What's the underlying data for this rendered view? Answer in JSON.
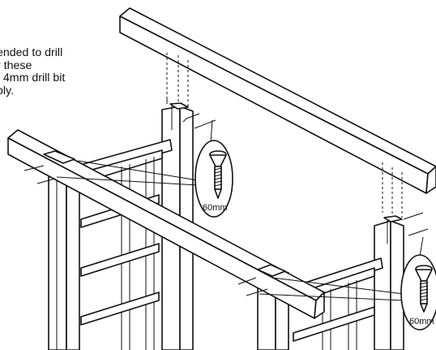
{
  "instruction": {
    "lines": [
      "ended to drill",
      "r these",
      "  4mm drill bit",
      "bly."
    ]
  },
  "callouts": [
    {
      "label": "60mm"
    },
    {
      "label": "60mm"
    }
  ]
}
